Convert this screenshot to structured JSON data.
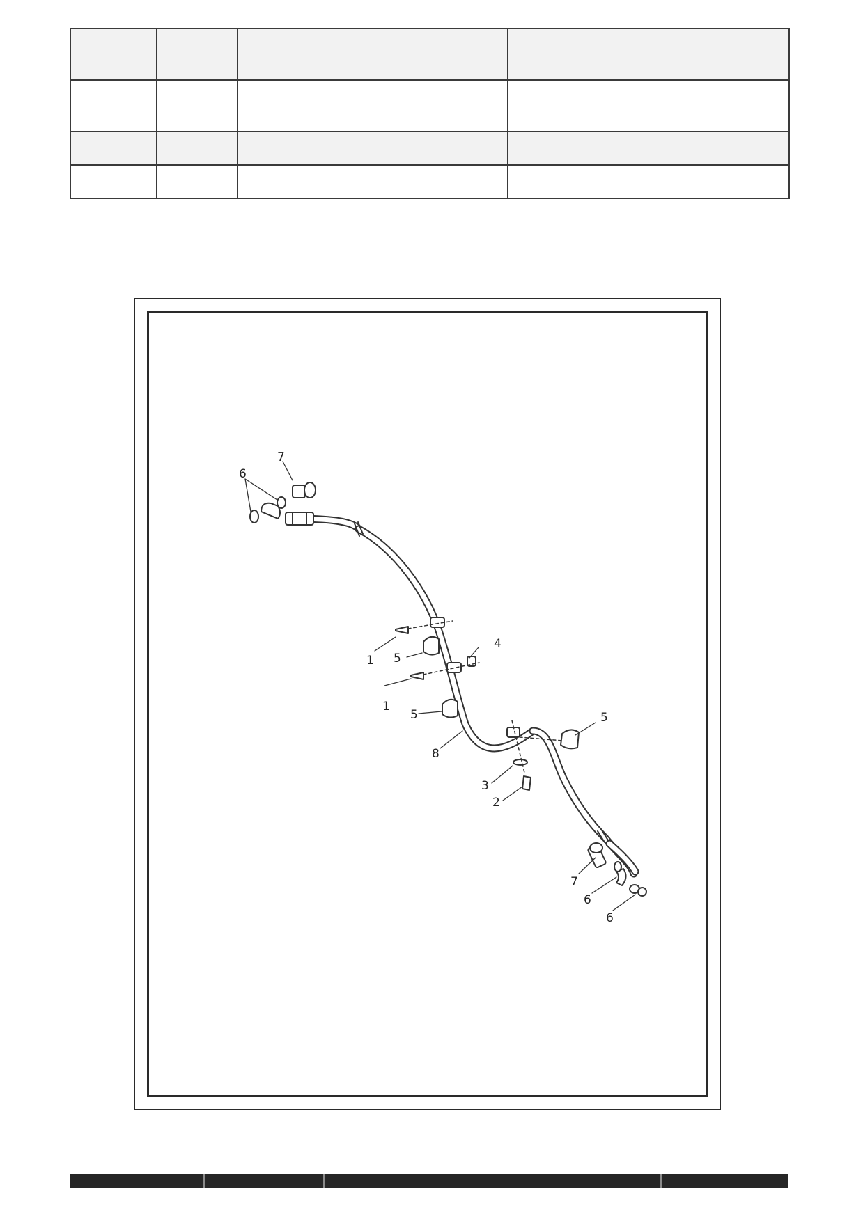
{
  "table": {
    "rows": [
      {
        "cells": [
          "",
          "",
          "",
          ""
        ]
      },
      {
        "cells": [
          "",
          "",
          "",
          ""
        ]
      },
      {
        "cells": [
          "",
          "",
          "",
          ""
        ]
      },
      {
        "cells": [
          "",
          "",
          "",
          ""
        ]
      }
    ]
  },
  "callouts": [
    "7",
    "6",
    "1",
    "5",
    "4",
    "1",
    "5",
    "5",
    "8",
    "3",
    "2",
    "7",
    "6",
    "6"
  ]
}
